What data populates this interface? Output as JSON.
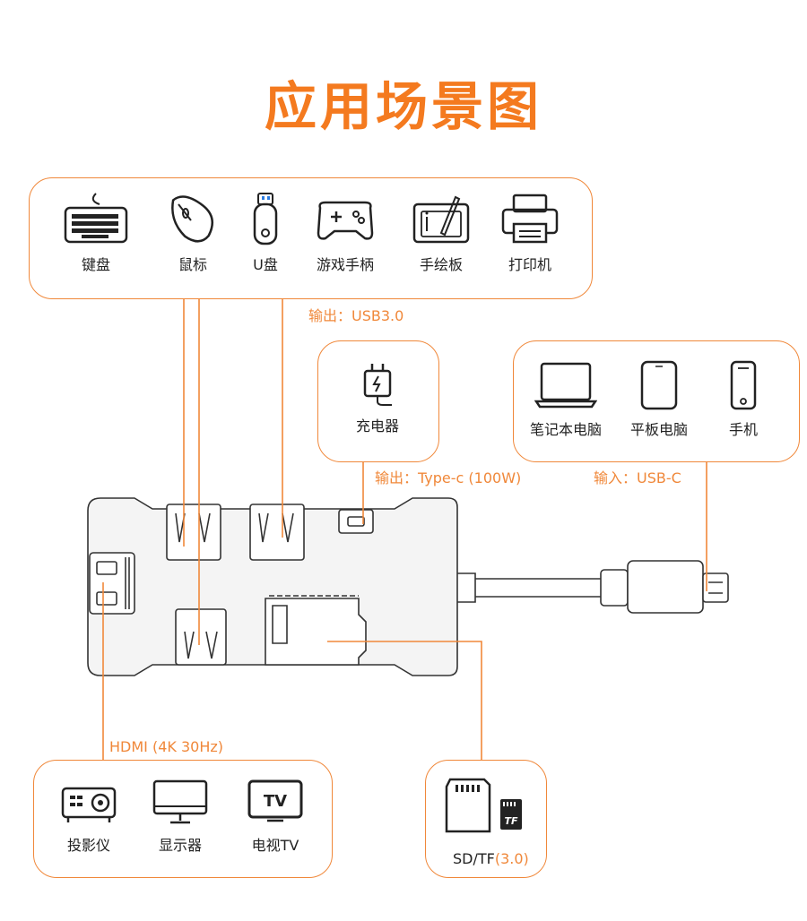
{
  "title": "应用场景图",
  "colors": {
    "accent": "#f47a1f",
    "line": "#f0883a",
    "ink": "#222222",
    "hub": "#f4f4f4"
  },
  "top_panel": {
    "devices": [
      {
        "label": "键盘",
        "icon": "keyboard-icon"
      },
      {
        "label": "鼠标",
        "icon": "mouse-icon"
      },
      {
        "label": "U盘",
        "icon": "usb-drive-icon"
      },
      {
        "label": "游戏手柄",
        "icon": "gamepad-icon"
      },
      {
        "label": "手绘板",
        "icon": "drawing-tablet-icon"
      },
      {
        "label": "打印机",
        "icon": "printer-icon"
      }
    ],
    "output_label": "输出：USB3.0"
  },
  "charger_panel": {
    "label": "充电器",
    "icon": "charger-icon",
    "output_label": "输出：Type-c (100W)"
  },
  "host_panel": {
    "devices": [
      {
        "label": "笔记本电脑",
        "icon": "laptop-icon"
      },
      {
        "label": "平板电脑",
        "icon": "tablet-icon"
      },
      {
        "label": "手机",
        "icon": "phone-icon"
      }
    ],
    "input_label": "输入：USB-C"
  },
  "display_panel": {
    "port_label": "HDMI (4K 30Hz)",
    "devices": [
      {
        "label": "投影仪",
        "icon": "projector-icon"
      },
      {
        "label": "显示器",
        "icon": "monitor-icon"
      },
      {
        "label": "电视TV",
        "icon": "tv-icon"
      }
    ]
  },
  "card_panel": {
    "label_main": "SD/TF",
    "label_suffix": "(3.0)",
    "tf_text": "TF",
    "icons": [
      "sd-card-icon",
      "tf-card-icon"
    ]
  }
}
